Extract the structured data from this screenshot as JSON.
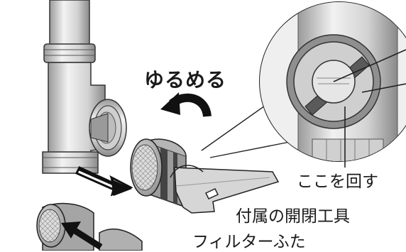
{
  "labels": {
    "loosen": "ゆるめる",
    "turn_here": "ここを回す",
    "tool": "付属の開閉工具",
    "filter_cap": "フィルターふた"
  }
}
